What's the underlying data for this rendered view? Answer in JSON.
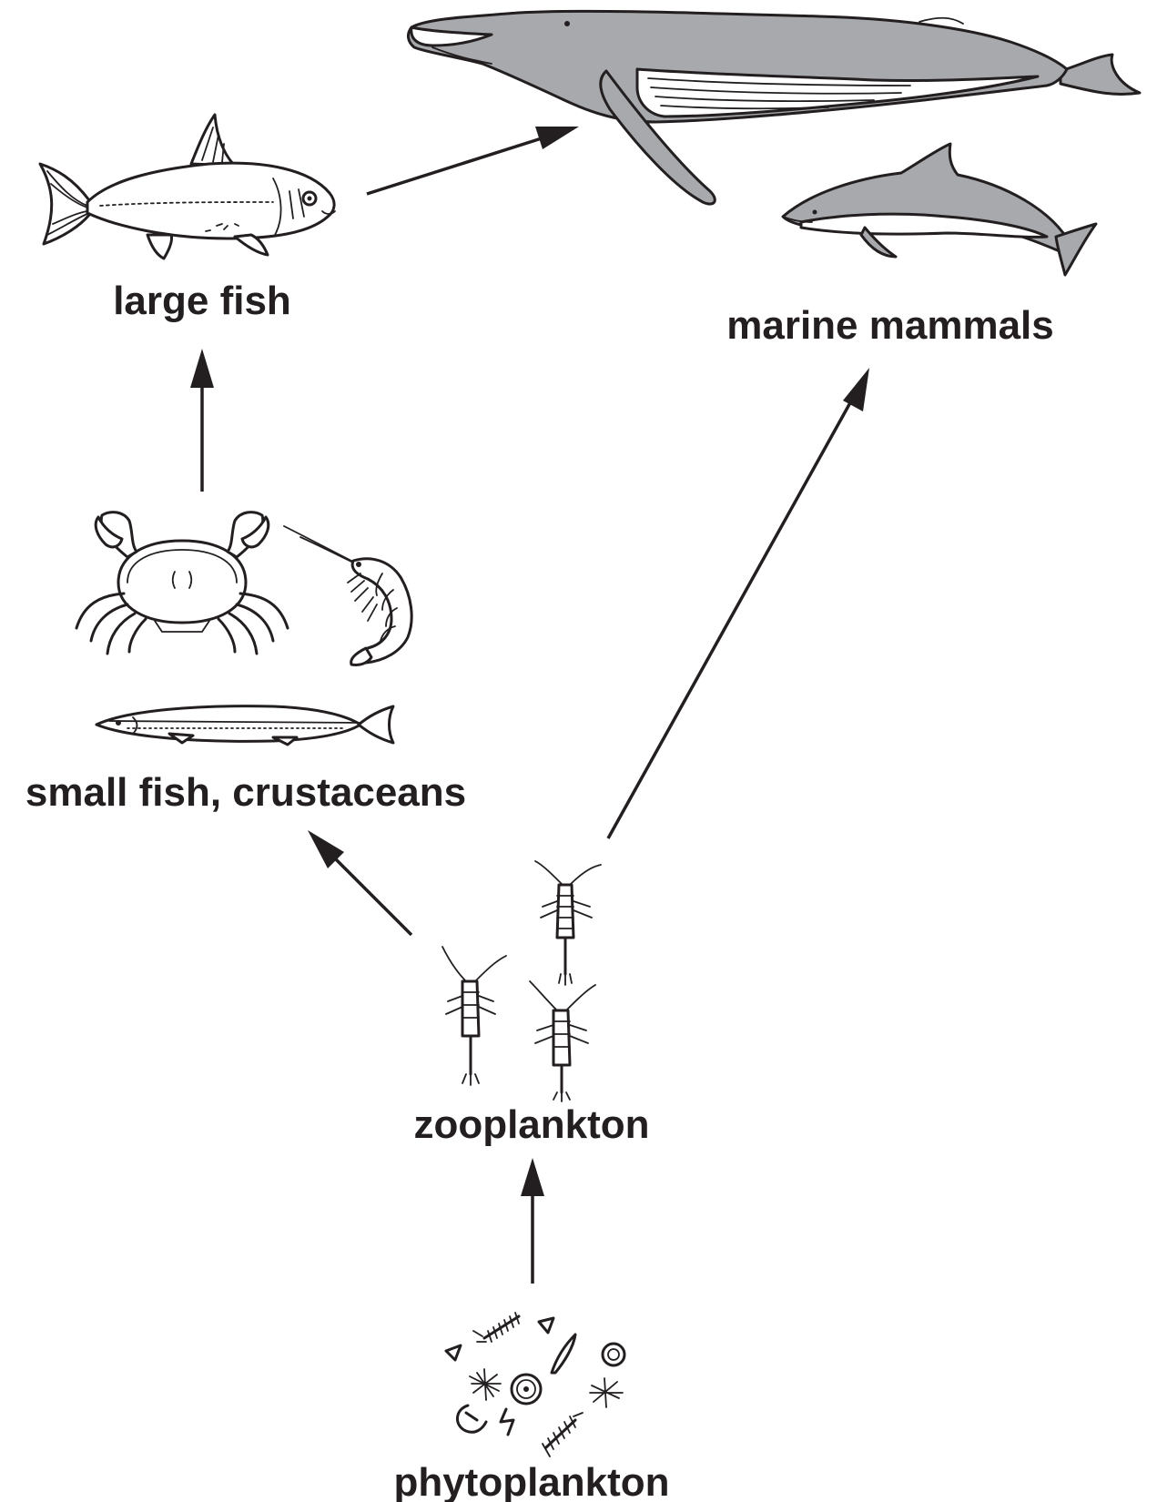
{
  "diagram": {
    "nodes": {
      "large_fish": {
        "label": "large fish",
        "icon": "large-fish-icon"
      },
      "marine_mammals": {
        "label": "marine mammals",
        "icons": [
          "whale-icon",
          "dolphin-icon"
        ]
      },
      "small_fish_crustaceans": {
        "label": "small fish, crustaceans",
        "icons": [
          "crab-icon",
          "shrimp-icon",
          "small-fish-icon"
        ]
      },
      "zooplankton": {
        "label": "zooplankton",
        "icon": "copepod-icon"
      },
      "phytoplankton": {
        "label": "phytoplankton",
        "icon": "phytoplankton-cells-icon"
      }
    },
    "edges": [
      {
        "from": "phytoplankton",
        "to": "zooplankton"
      },
      {
        "from": "zooplankton",
        "to": "small_fish_crustaceans"
      },
      {
        "from": "zooplankton",
        "to": "marine_mammals"
      },
      {
        "from": "small_fish_crustaceans",
        "to": "large_fish"
      },
      {
        "from": "large_fish",
        "to": "marine_mammals"
      }
    ],
    "colors": {
      "ink": "#231f20",
      "mammal_gray": "#a7a9ac",
      "background": "#ffffff"
    }
  }
}
